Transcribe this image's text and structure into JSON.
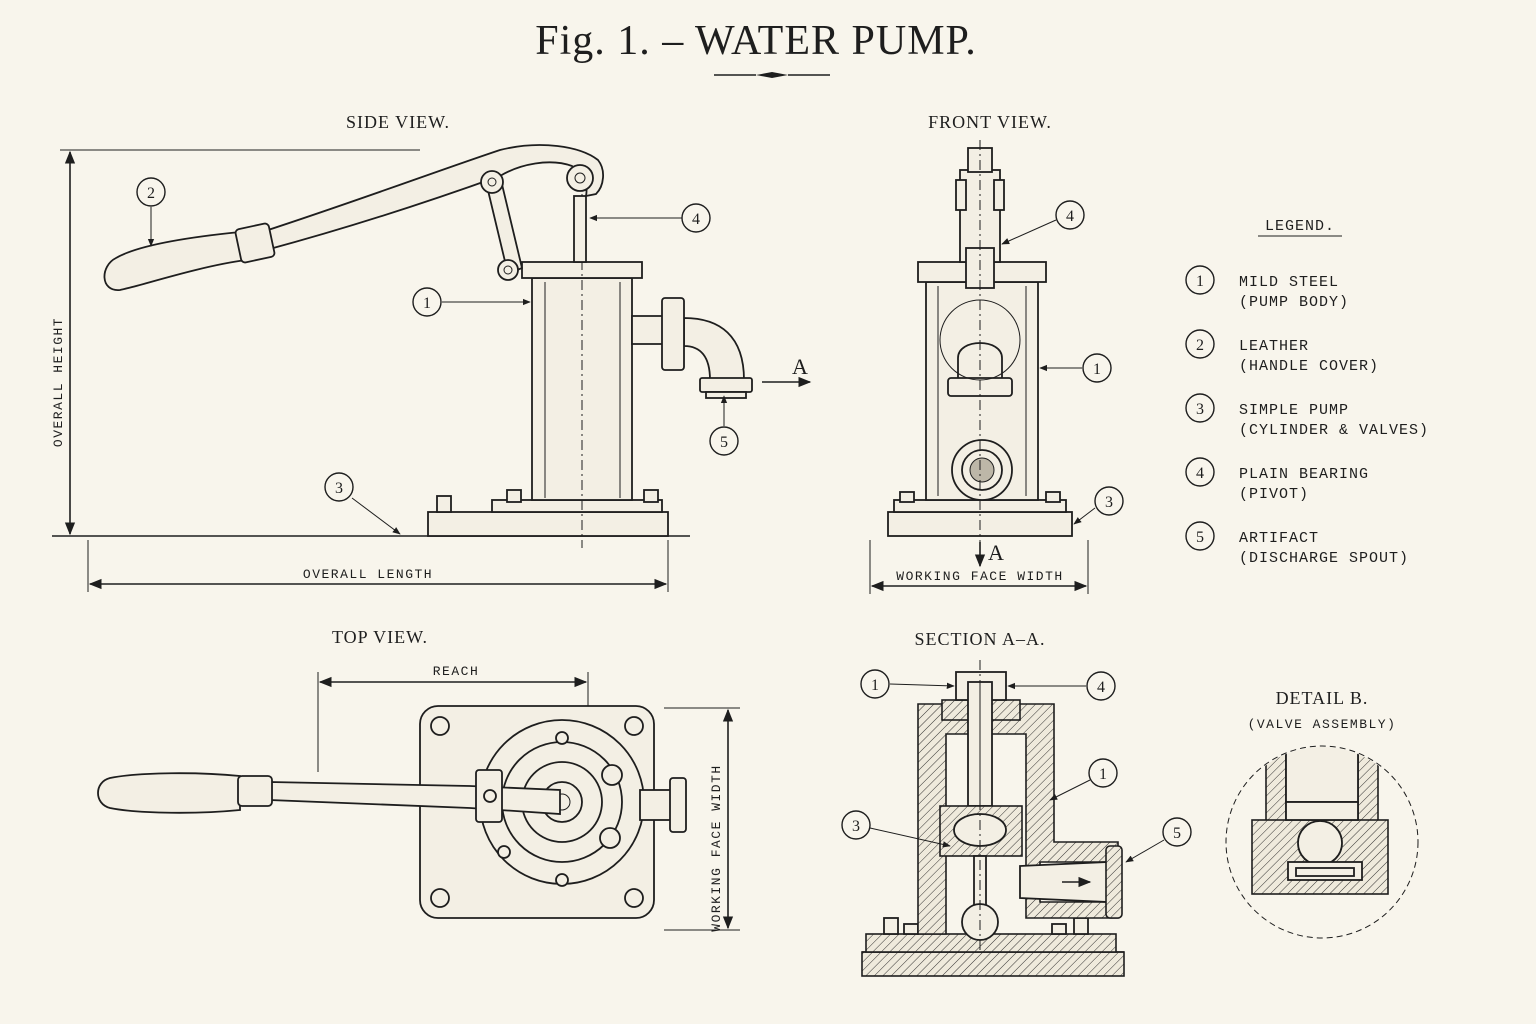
{
  "title": "Fig. 1. – WATER PUMP.",
  "views": {
    "side": "SIDE VIEW.",
    "front": "FRONT VIEW.",
    "top": "TOP VIEW.",
    "section": "SECTION A–A.",
    "detail": "DETAIL B.",
    "detail_sub": "(VALVE ASSEMBLY)"
  },
  "dimensions": {
    "overall_height": "OVERALL HEIGHT",
    "overall_length": "OVERALL LENGTH",
    "working_face_width": "WORKING FACE WIDTH",
    "reach": "REACH"
  },
  "section_marks": {
    "a": "A"
  },
  "callouts": [
    "1",
    "2",
    "3",
    "4",
    "5"
  ],
  "legend": {
    "title": "LEGEND.",
    "items": [
      {
        "num": "1",
        "name": "MILD STEEL",
        "desc": "(PUMP BODY)"
      },
      {
        "num": "2",
        "name": "LEATHER",
        "desc": "(HANDLE COVER)"
      },
      {
        "num": "3",
        "name": "SIMPLE PUMP",
        "desc": "(CYLINDER & VALVES)"
      },
      {
        "num": "4",
        "name": "PLAIN BEARING",
        "desc": "(PIVOT)"
      },
      {
        "num": "5",
        "name": "ARTIFACT",
        "desc": "(DISCHARGE SPOUT)"
      }
    ]
  }
}
